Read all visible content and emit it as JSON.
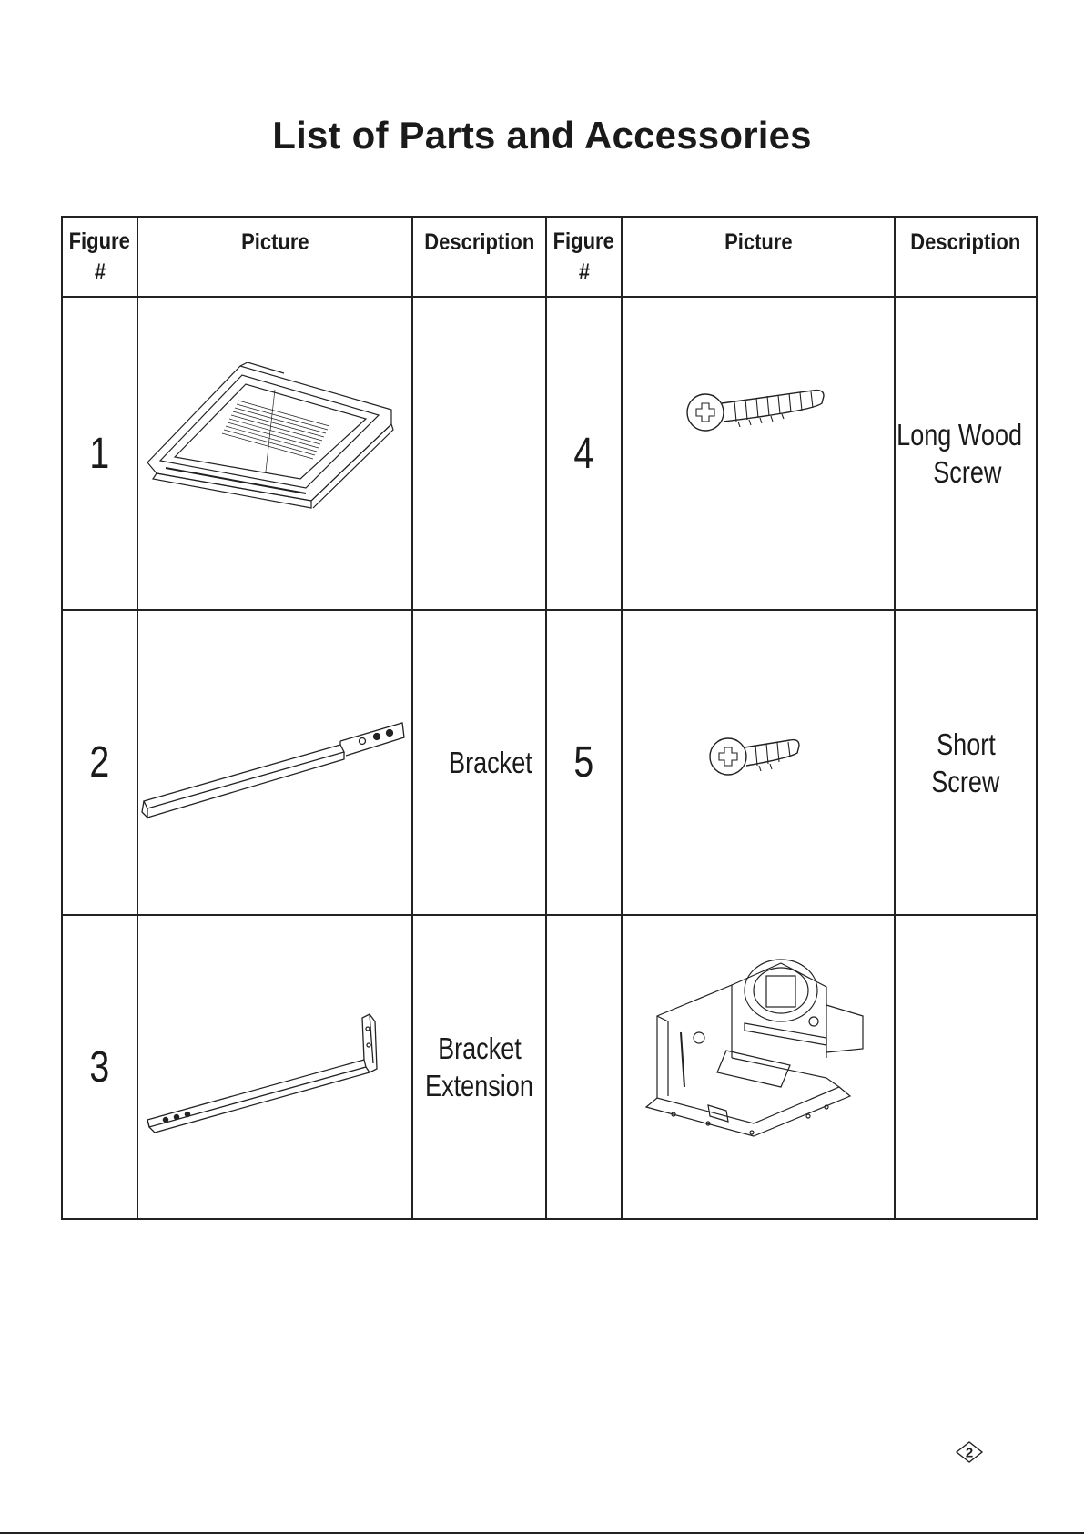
{
  "page": {
    "title": "List of Parts and Accessories",
    "page_number": "2"
  },
  "headers": {
    "figure_line1": "Figure",
    "figure_line2": "#",
    "picture": "Picture",
    "description": "Description"
  },
  "left_rows": [
    {
      "figure": "1",
      "picture_icon": "grille-cover-icon",
      "description": ""
    },
    {
      "figure": "2",
      "picture_icon": "bracket-icon",
      "description": "Bracket"
    },
    {
      "figure": "3",
      "picture_icon": "bracket-extension-icon",
      "description_line1": "Bracket",
      "description_line2": "Extension"
    }
  ],
  "right_rows": [
    {
      "figure": "4",
      "picture_icon": "long-wood-screw-icon",
      "description_line1": "Long Wood",
      "description_line2": "Screw"
    },
    {
      "figure": "5",
      "picture_icon": "short-screw-icon",
      "description_line1": "Short",
      "description_line2": "Screw"
    },
    {
      "figure": "",
      "picture_icon": "fan-housing-icon",
      "description": ""
    }
  ]
}
